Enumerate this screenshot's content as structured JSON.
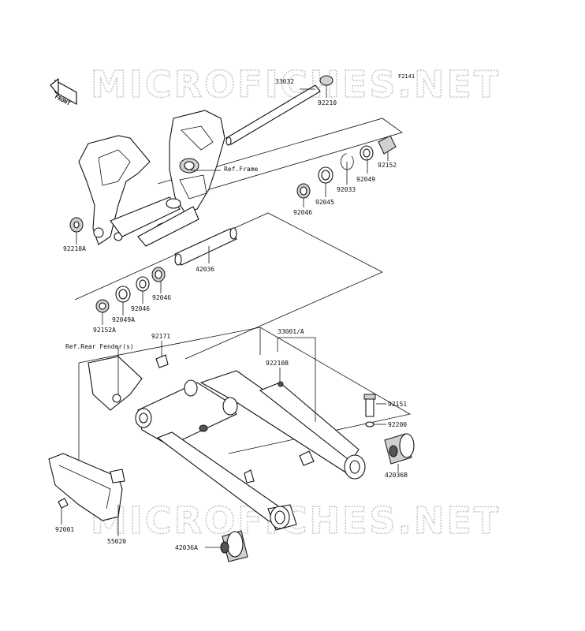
{
  "figure_code": "F2141",
  "watermark": "MICROFICHES.NET",
  "front_badge": "FRONT",
  "references": {
    "frame": "Ref.Frame",
    "rear_fender": "Ref.Rear Fender(s)"
  },
  "parts": {
    "p33032": "33032",
    "p92210": "92210",
    "p92152": "92152",
    "p92049": "92049",
    "p92033": "92033",
    "p92045": "92045",
    "p92046_top": "92046",
    "p92210A": "92210A",
    "p42036": "42036",
    "p92046_a": "92046",
    "p92046_b": "92046",
    "p92049A": "92049A",
    "p92152A": "92152A",
    "p92171": "92171",
    "p33001A": "33001/A",
    "p92210B": "92210B",
    "p92151": "92151",
    "p92200": "92200",
    "p42036B": "42036B",
    "p92001": "92001",
    "p55020": "55020",
    "p42036A": "42036A"
  }
}
